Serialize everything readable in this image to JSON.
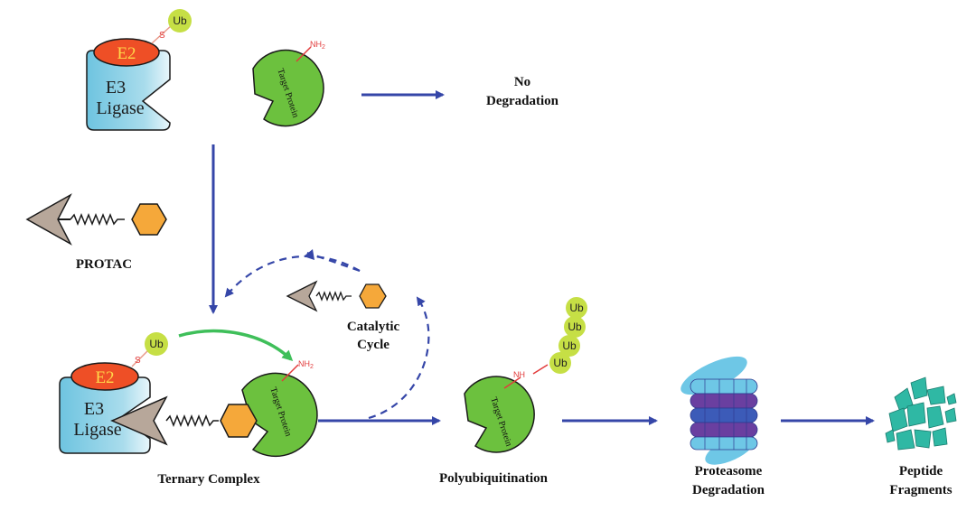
{
  "labels": {
    "no_degradation_1": "No",
    "no_degradation_2": "Degradation",
    "protac": "PROTAC",
    "catalytic_1": "Catalytic",
    "catalytic_2": "Cycle",
    "ternary": "Ternary Complex",
    "polyubiquitination": "Polyubiquitination",
    "proteasome_1": "Proteasome",
    "proteasome_2": "Degradation",
    "peptide_1": "Peptide",
    "peptide_2": "Fragments"
  },
  "e3": {
    "line1": "E3",
    "line2": "Ligase"
  },
  "e2": "E2",
  "ub": "Ub",
  "target_protein": "Target Protein",
  "nh2": "NH",
  "nh2_sub": "2",
  "s_label": "S",
  "colors": {
    "arrow": "#3546a8",
    "green_arrow": "#3fbf5a",
    "target": "#6cc13e",
    "ub": "#c6df45",
    "e3": "#86cde3",
    "e2": "#ee4f26",
    "ligand": "#f5a83a",
    "warhead": "#b7a79a",
    "linker_red": "#e23b3b"
  }
}
